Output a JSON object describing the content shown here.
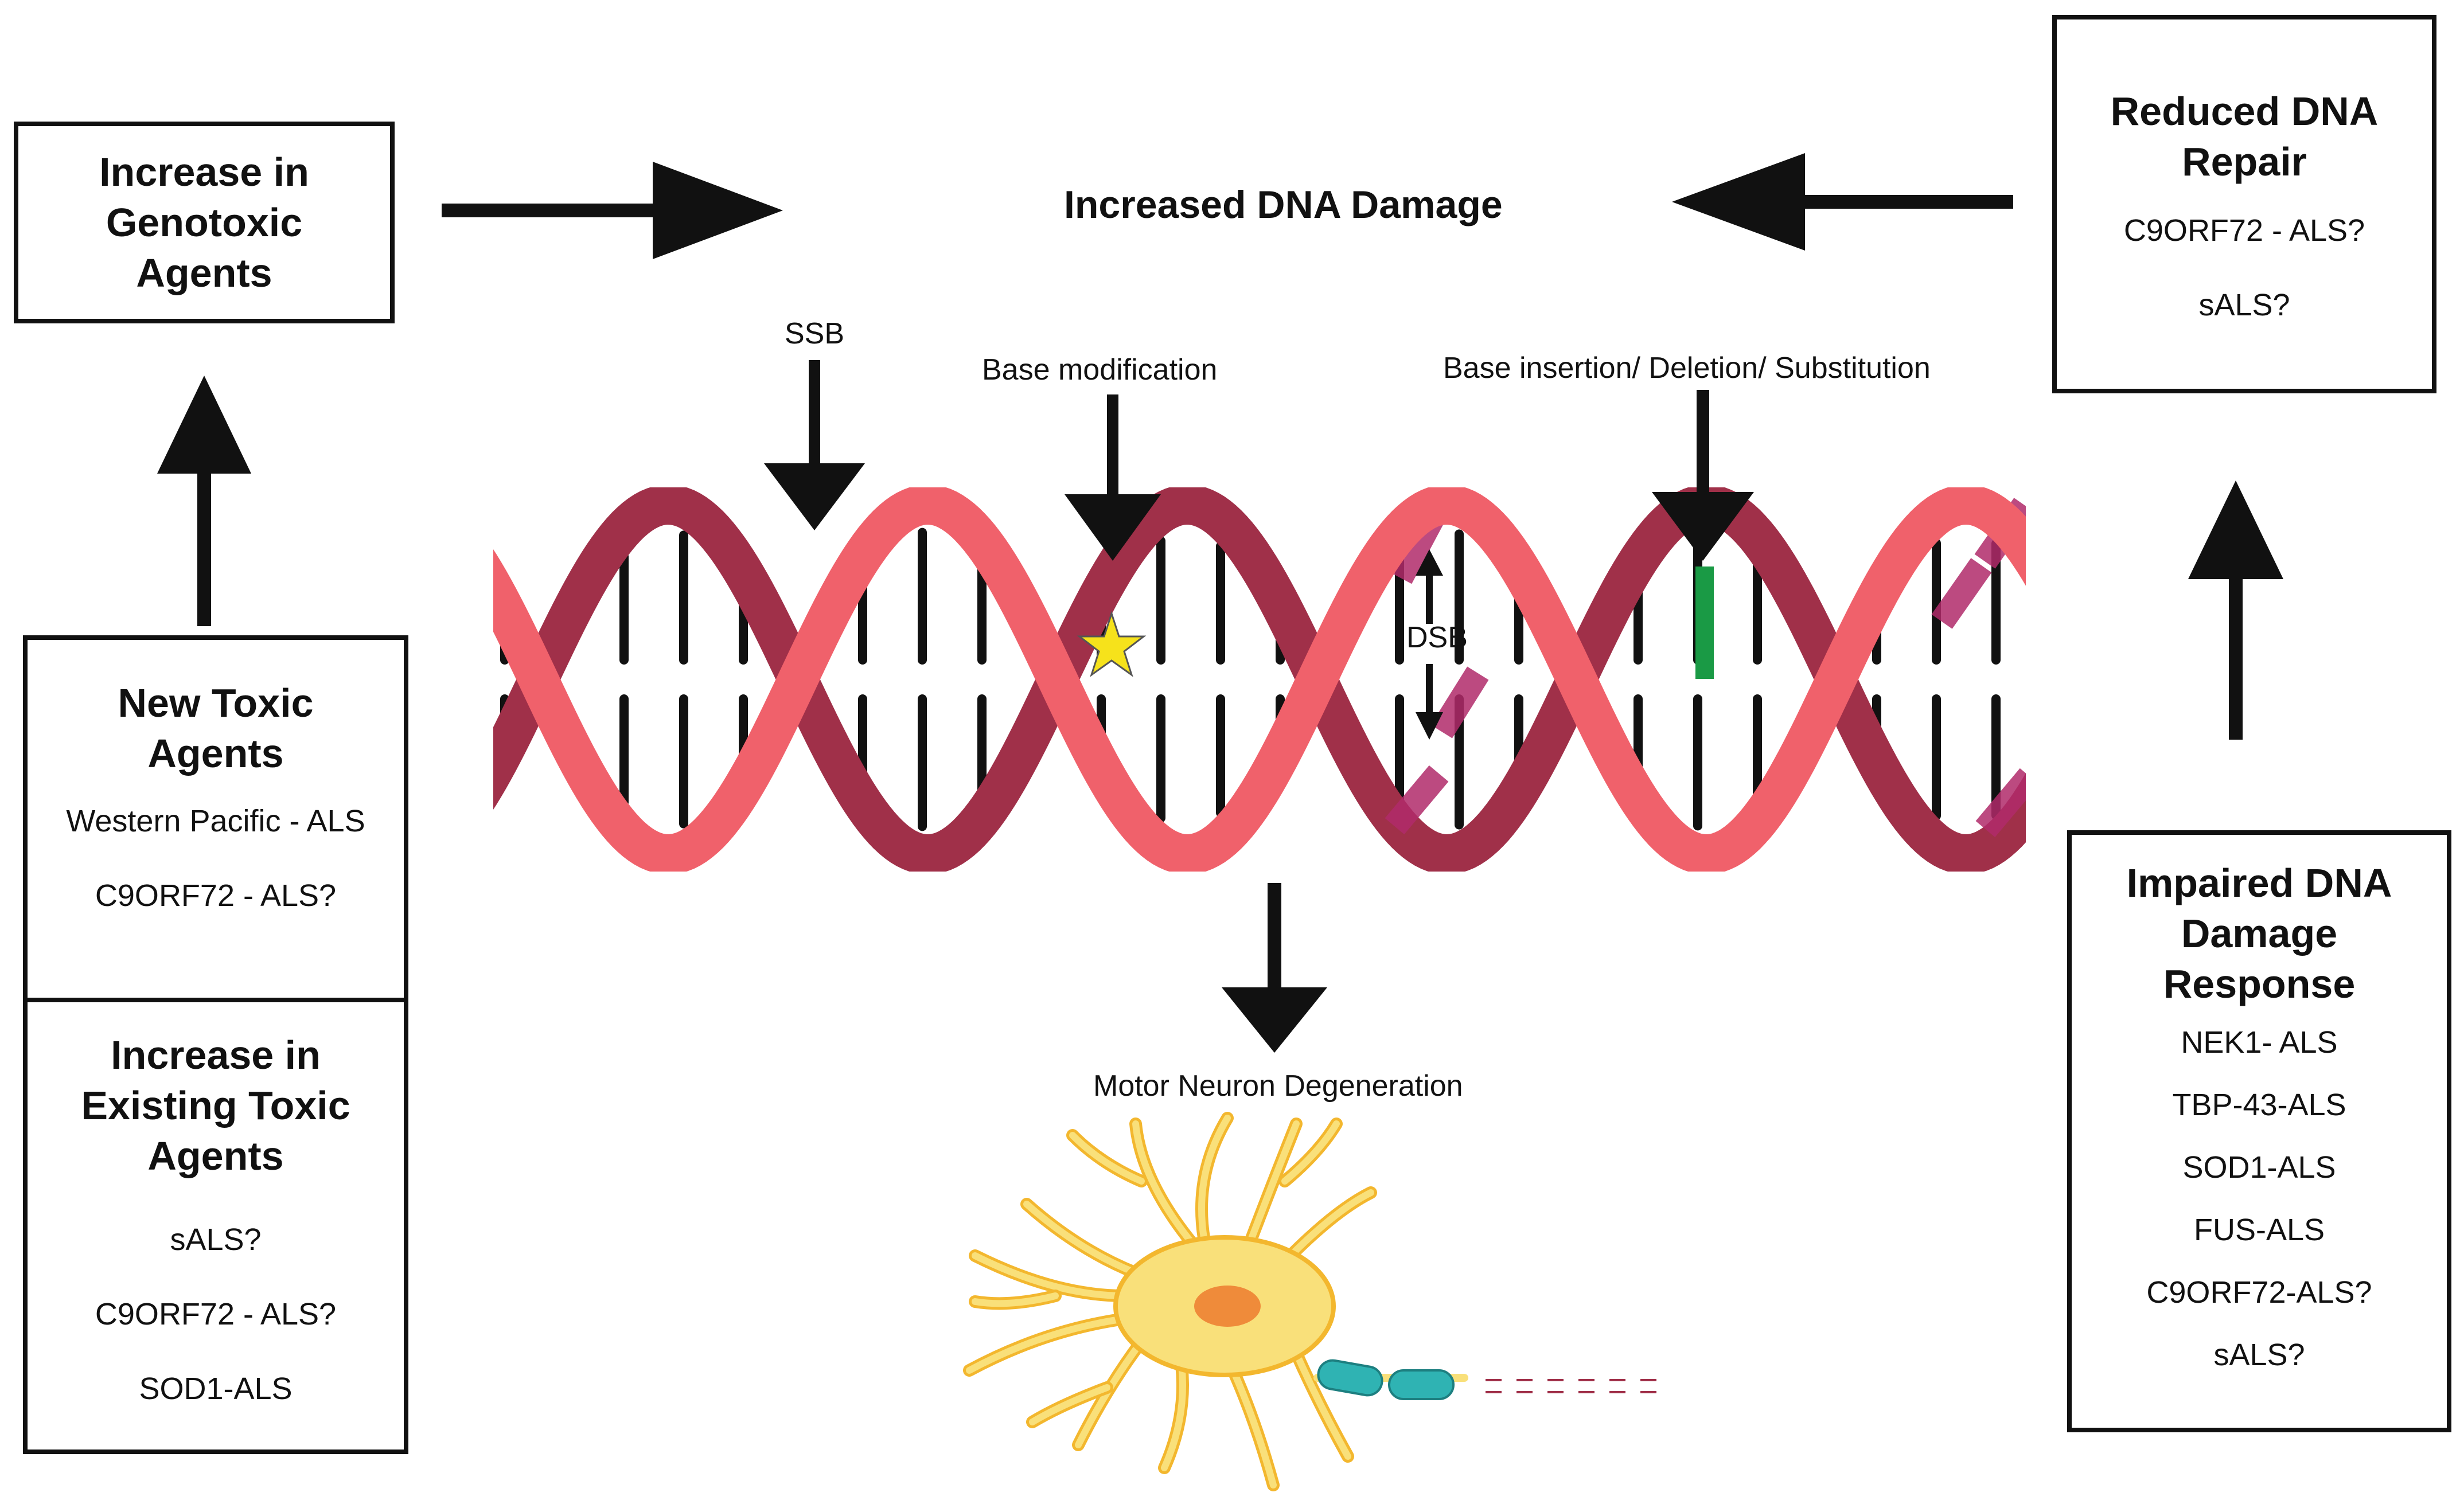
{
  "center_title": "Increased DNA Damage",
  "boxes": {
    "genotoxic": {
      "title_lines": [
        "Increase in",
        "Genotoxic",
        "Agents"
      ]
    },
    "new_toxic": {
      "title_lines": [
        "New Toxic",
        "Agents"
      ],
      "items": [
        "Western Pacific - ALS",
        "C9ORF72 - ALS?"
      ]
    },
    "existing_toxic": {
      "title_lines": [
        "Increase in",
        "Existing Toxic",
        "Agents"
      ],
      "items": [
        "sALS?",
        "C9ORF72 - ALS?",
        "SOD1-ALS"
      ]
    },
    "reduced_repair": {
      "title_lines": [
        "Reduced DNA",
        "Repair"
      ],
      "items": [
        "C9ORF72 - ALS?",
        "sALS?"
      ]
    },
    "impaired_response": {
      "title_lines": [
        "Impaired DNA",
        "Damage",
        "Response"
      ],
      "items": [
        "NEK1- ALS",
        "TBP-43-ALS",
        "SOD1-ALS",
        "FUS-ALS",
        "C9ORF72-ALS?",
        "sALS?"
      ]
    }
  },
  "dna_labels": {
    "ssb": "SSB",
    "base_mod": "Base modification",
    "base_indel": "Base insertion/ Deletion/ Substitution",
    "dsb": "DSB"
  },
  "outcome": "Motor Neuron Degeneration",
  "colors": {
    "strand_front": "#f0616b",
    "strand_back": "#a03049",
    "rung": "#111111",
    "damage_green": "#1a9a45",
    "star": "#f6e21b",
    "histone": "#b02a6a",
    "neuron_body": "#f9e07a",
    "neuron_outline": "#f3b72e",
    "nucleus": "#ef8b3a",
    "myelin": "#2fb3b3"
  },
  "icons": {
    "star": "star-icon",
    "neuron": "motor-neuron-icon"
  }
}
